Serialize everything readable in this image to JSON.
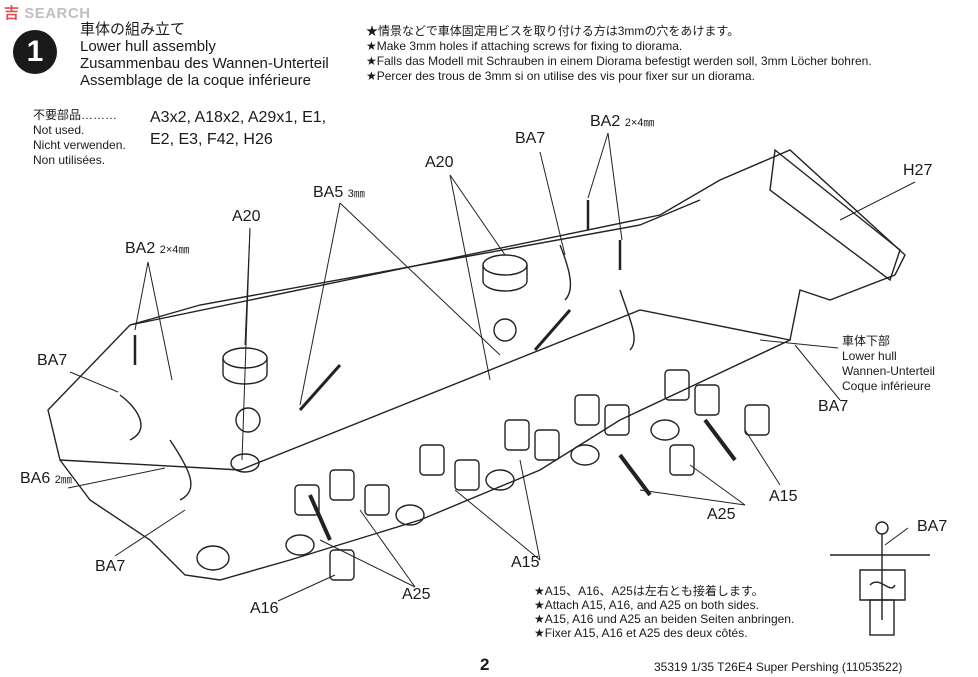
{
  "watermark": {
    "brand_glyphs": "吉",
    "brand_text": "SEARCH"
  },
  "step": {
    "number": "1",
    "title_jp": "車体の組み立て",
    "title_en": "Lower hull assembly",
    "title_de": "Zusammenbau des Wannen-Unterteil",
    "title_fr": "Assemblage de la coque inférieure"
  },
  "diorama_note": {
    "jp": "★情景などで車体固定用ビスを取り付ける方は3mmの穴をあけます。",
    "en": "★Make 3mm holes if attaching screws for fixing to diorama.",
    "de": "★Falls das Modell mit Schrauben in einem Diorama befestigt werden soll, 3mm Löcher bohren.",
    "fr": "★Percer des trous de 3mm si on utilise des vis pour fixer sur un diorama."
  },
  "not_used": {
    "jp": "不要部品………",
    "en": "Not used.",
    "de": "Nicht verwenden.",
    "fr": "Non utilisées.",
    "parts_line1": "A3x2, A18x2, A29x1, E1,",
    "parts_line2": "E2, E3, F42, H26"
  },
  "callouts": {
    "ba7_top": "BA7",
    "ba2_top": "BA2",
    "ba2_top_size": "2×4㎜",
    "a20_top": "A20",
    "ba5": "BA5",
    "ba5_size": "3㎜",
    "a20_left": "A20",
    "ba2_left": "BA2",
    "ba2_left_size": "2×4㎜",
    "h27": "H27",
    "ba7_left": "BA7",
    "ba6": "BA6",
    "ba6_size": "2㎜",
    "ba7_bottom_left": "BA7",
    "ba7_right": "BA7",
    "a15_right": "A15",
    "a25_right": "A25",
    "a15_bottom": "A15",
    "a25_bottom": "A25",
    "a16": "A16",
    "ba7_detail": "BA7"
  },
  "hull_label": {
    "jp": "車体下部",
    "en": "Lower hull",
    "de": "Wannen-Unterteil",
    "fr": "Coque inférieure"
  },
  "both_sides_note": {
    "jp": "★A15、A16、A25は左右とも接着します。",
    "en": "★Attach A15, A16, and A25 on both sides.",
    "de": "★A15, A16 und A25 an beiden Seiten anbringen.",
    "fr": "★Fixer A15, A16 et A25 des deux côtés."
  },
  "page_number": "2",
  "footer": "35319 1/35 T26E4 Super Pershing (11053522)"
}
